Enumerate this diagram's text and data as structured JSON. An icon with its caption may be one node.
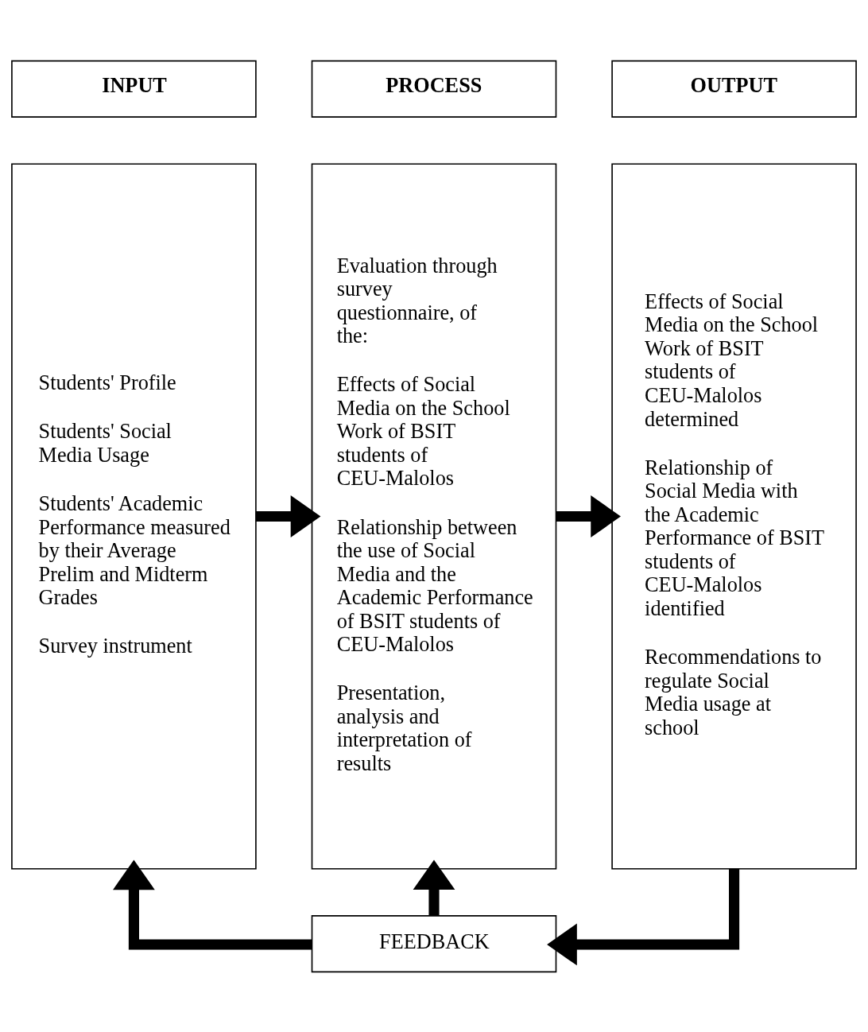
{
  "diagram": {
    "nodes": [
      {
        "text": [
          "INPUT"
        ]
      },
      {
        "text": [
          "PROCESS"
        ]
      },
      {
        "text": [
          "OUTPUT"
        ]
      },
      {
        "text": [
          "Students' Profile",
          "Students' Social Media Usage",
          "Students' Academic Performance measured by their Average Prelim and Midterm Grades",
          "Survey instrument"
        ]
      },
      {
        "text": [
          "Evaluation through survey questionnaire, of the:",
          "Effects of Social Media on the School Work of BSIT students of CEU-Malolos",
          "Relationship between the use of Social Media and the Academic Performance of BSIT students of CEU-Malolos",
          "Presentation, analysis and interpretation of results"
        ]
      },
      {
        "text": [
          "Effects of Social Media on the School Work of BSIT students of CEU-Malolos determined",
          "Relationship of Social Media with the Academic Performance of BSIT students of CEU-Malolos identified",
          "Recommendations to regulate Social Media usage at school"
        ]
      },
      {
        "text": [
          "FEEDBACK"
        ]
      }
    ],
    "edges": [
      {
        "from": 3,
        "to": 4,
        "arrow": "to"
      },
      {
        "from": 4,
        "to": 5,
        "arrow": "to"
      },
      {
        "from": 5,
        "to": 6,
        "arrow": "to"
      },
      {
        "from": 6,
        "to": 3,
        "arrow": "to"
      },
      {
        "from": 6,
        "to": 4,
        "arrow": "to"
      }
    ]
  }
}
